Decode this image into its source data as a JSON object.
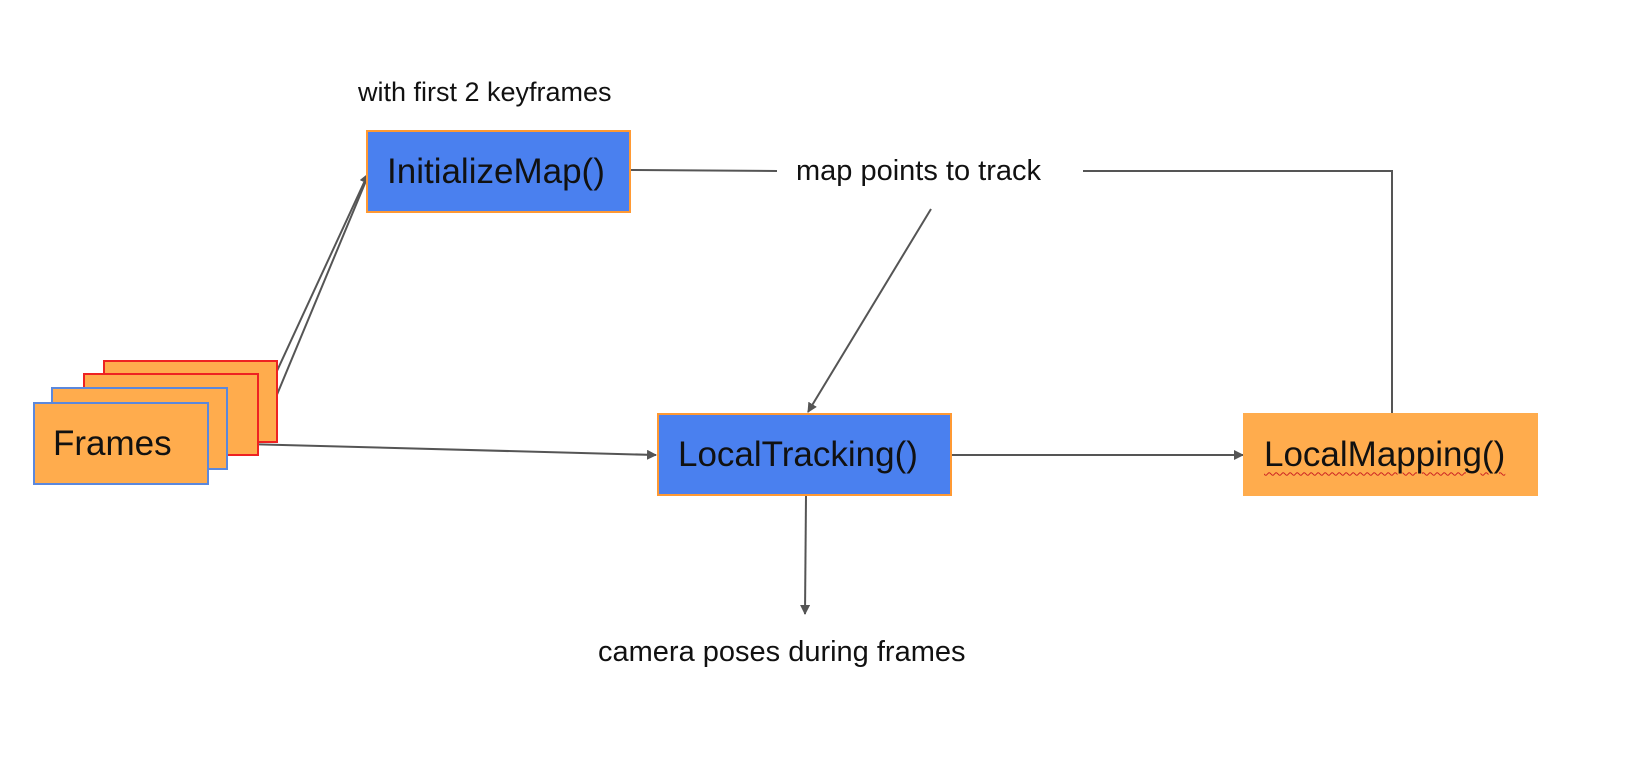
{
  "diagram": {
    "nodes": {
      "frames": {
        "label": "Frames"
      },
      "initialize_map": {
        "label": "InitializeMap()"
      },
      "local_tracking": {
        "label": "LocalTracking()"
      },
      "local_mapping": {
        "label": "LocalMapping()"
      }
    },
    "edge_labels": {
      "first_keyframes": "with first 2 keyframes",
      "map_points": "map points to track",
      "camera_poses": "camera poses during frames"
    },
    "edges": [
      {
        "from": "frames",
        "to": "initialize_map"
      },
      {
        "from": "frames",
        "to": "local_tracking"
      },
      {
        "from": "initialize_map",
        "to": "local_tracking",
        "label_ref": "map_points"
      },
      {
        "from": "local_mapping",
        "to": "local_tracking",
        "label_ref": "map_points"
      },
      {
        "from": "local_tracking",
        "to": "local_mapping"
      },
      {
        "from": "local_tracking",
        "to": "camera_poses"
      }
    ],
    "colors": {
      "blue_box": "#4a80ef",
      "orange_box": "#ffac4d",
      "orange_border": "#ff9933",
      "red_border": "#ee2222",
      "frame_blue_border": "#5b88dd",
      "edge": "#555555"
    }
  }
}
